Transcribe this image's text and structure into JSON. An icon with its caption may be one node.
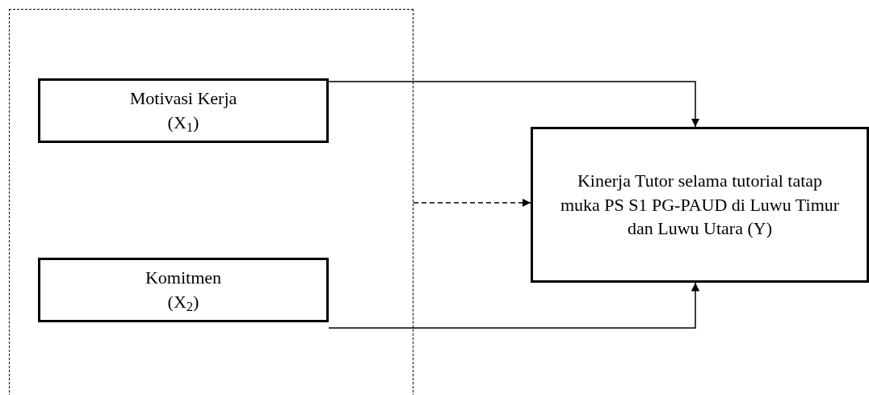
{
  "diagram": {
    "nodes": [
      {
        "text": [],
        "shape": "box"
      },
      {
        "text": [
          "Motivasi Kerja (X$_{1}$)"
        ],
        "in": 0
      },
      {
        "text": [
          "Komitmen (X$_{2}$)"
        ],
        "in": 0
      },
      {
        "text": [
          "Kinerja Tutor selama tutorial tatap muka PS S1 PG-PAUD di Luwu Timur dan Luwu Utara (Y)"
        ]
      }
    ],
    "edges": [
      {
        "from": 1,
        "to": 3,
        "arrow": "to"
      },
      {
        "from": 2,
        "to": 3,
        "arrow": "to"
      },
      {
        "from": 0,
        "to": 3,
        "arrow": "to",
        "style": "dashed"
      }
    ]
  }
}
